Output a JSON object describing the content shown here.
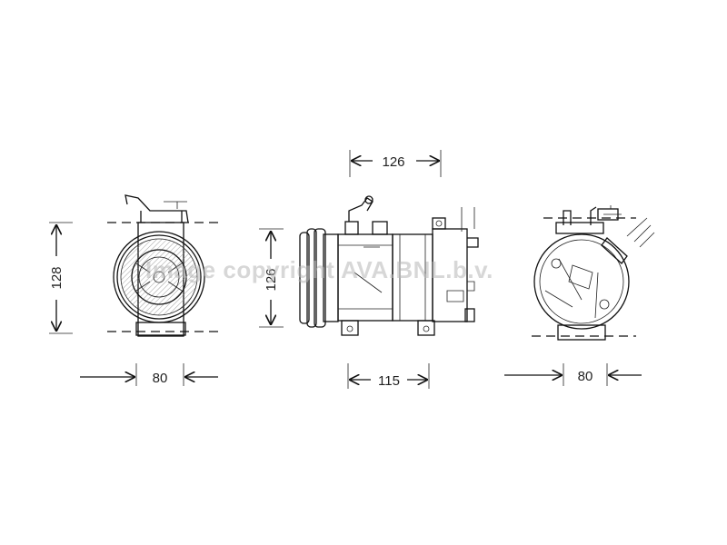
{
  "dimensions": {
    "left_height": "128",
    "left_width": "80",
    "center_top": "126",
    "center_height": "126",
    "center_bottom": "115",
    "right_width": "80"
  },
  "watermark": "Image copyright AVA.BNL.b.v.",
  "colors": {
    "line": "#111111",
    "watermark": "#b8b8b8",
    "background": "#ffffff"
  }
}
